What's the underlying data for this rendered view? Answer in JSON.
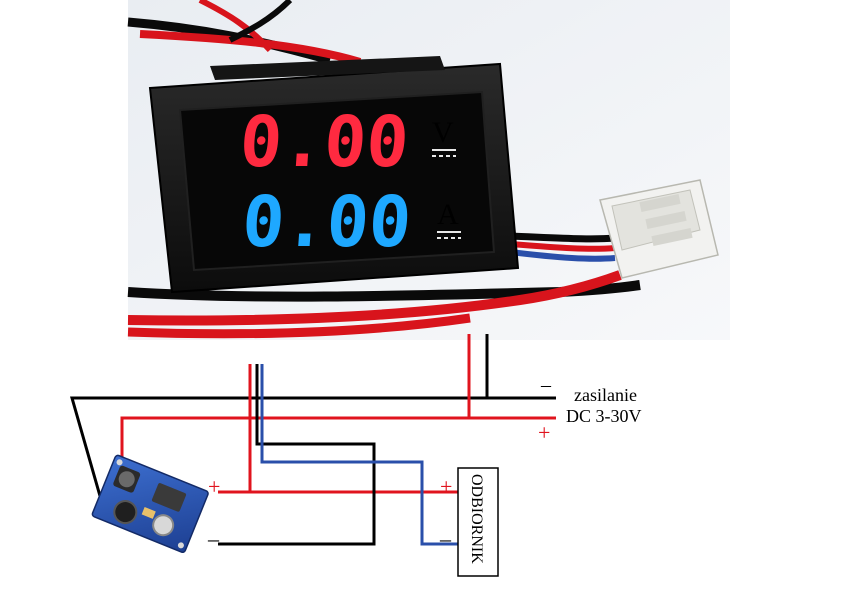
{
  "meter": {
    "voltage_reading": "0.00",
    "voltage_unit": "V",
    "current_reading": "0.00",
    "current_unit": "A",
    "voltage_color": "#ff2a40",
    "current_color": "#1ea8ff"
  },
  "supply": {
    "label_line1": "zasilanie",
    "label_line2": "DC 3-30V",
    "minus_sign": "–",
    "plus_sign": "+"
  },
  "converter": {
    "out_plus": "+",
    "out_minus": "–"
  },
  "load": {
    "label": "ODBIORNIK",
    "in_plus": "+",
    "in_minus": "–"
  },
  "colors": {
    "wire_black": "#000000",
    "wire_red": "#e0141e",
    "wire_blue": "#2a4faa",
    "sign_red": "#e0141e"
  }
}
